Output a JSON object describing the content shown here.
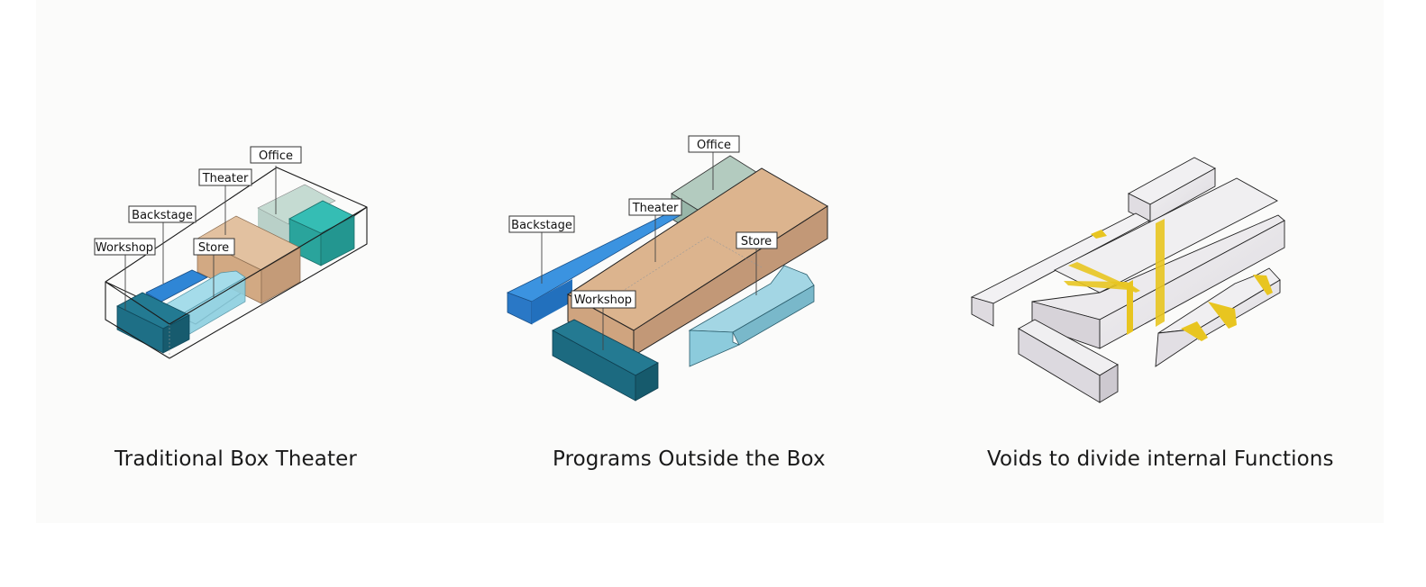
{
  "figure": {
    "panels": [
      {
        "caption": "Traditional Box Theater",
        "labels": {
          "office": "Office",
          "theater": "Theater",
          "backstage": "Backstage",
          "workshop": "Workshop",
          "store": "Store"
        }
      },
      {
        "caption": "Programs Outside the Box",
        "labels": {
          "office": "Office",
          "theater": "Theater",
          "backstage": "Backstage",
          "workshop": "Workshop",
          "store": "Store"
        }
      },
      {
        "caption": "Voids to divide internal Functions"
      }
    ],
    "colors": {
      "theater": "#dcb48e",
      "office_transparent": "#a9c7bc",
      "office_box": "#2fb0a8",
      "backstage": "#2f86d6",
      "workshop": "#1e6f86",
      "store": "#8ccfe0",
      "void": "#e8c520",
      "neutral": "#ebe9ec"
    }
  }
}
